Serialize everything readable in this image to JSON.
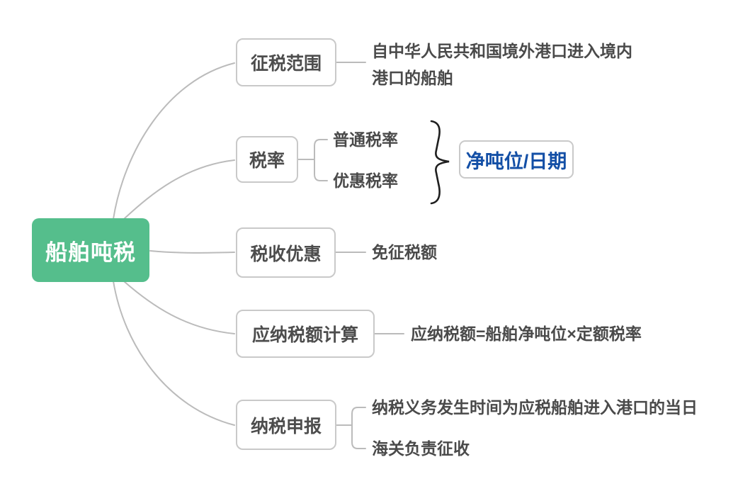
{
  "root": {
    "label": "船舶吨税"
  },
  "branches": [
    {
      "label": "征税范围",
      "note_lines": [
        "自中华人民共和国境外港口进入境内",
        "港口的船舶"
      ]
    },
    {
      "label": "税率",
      "children": [
        "普通税率",
        "优惠税率"
      ],
      "annotation": "净吨位/日期"
    },
    {
      "label": "税收优惠",
      "note": "免征税额"
    },
    {
      "label": "应纳税额计算",
      "note": "应纳税额=船舶净吨位×定额税率"
    },
    {
      "label": "纳税申报",
      "children": [
        "纳税义务发生时间为应税船舶进入港口的当日",
        "海关负责征收"
      ]
    }
  ],
  "colors": {
    "root_bg": "#55BE8C",
    "root_text": "#FFFFFF",
    "node_border": "#C9C9C9",
    "node_text": "#4D4D4D",
    "leaf_text": "#4A4A4A",
    "connector": "#BBBBBB",
    "brace": "#1F1F1F",
    "annotation_text": "#134FA6"
  }
}
